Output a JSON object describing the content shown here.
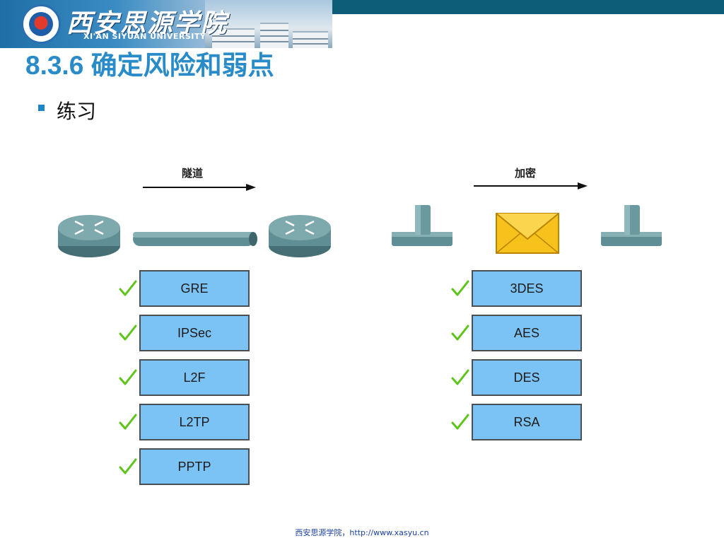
{
  "header": {
    "brand_cn": "西安思源学院",
    "brand_en": "XI'AN SIYUAN UNIVERSITY"
  },
  "slide": {
    "title": "8.3.6 确定风险和弱点",
    "bullet": "练习"
  },
  "diagram": {
    "tunnel": {
      "caption": "隧道",
      "items": [
        "GRE",
        "IPSec",
        "L2F",
        "L2TP",
        "PPTP"
      ]
    },
    "encryption": {
      "caption": "加密",
      "items": [
        "3DES",
        "AES",
        "DES",
        "RSA"
      ]
    }
  },
  "footer": {
    "text": "西安思源学院，http://www.xasyu.cn"
  },
  "colors": {
    "title": "#2a8bc9",
    "box_fill": "#7cc3f5",
    "check": "#5fc419",
    "device": "#5f8f94"
  }
}
